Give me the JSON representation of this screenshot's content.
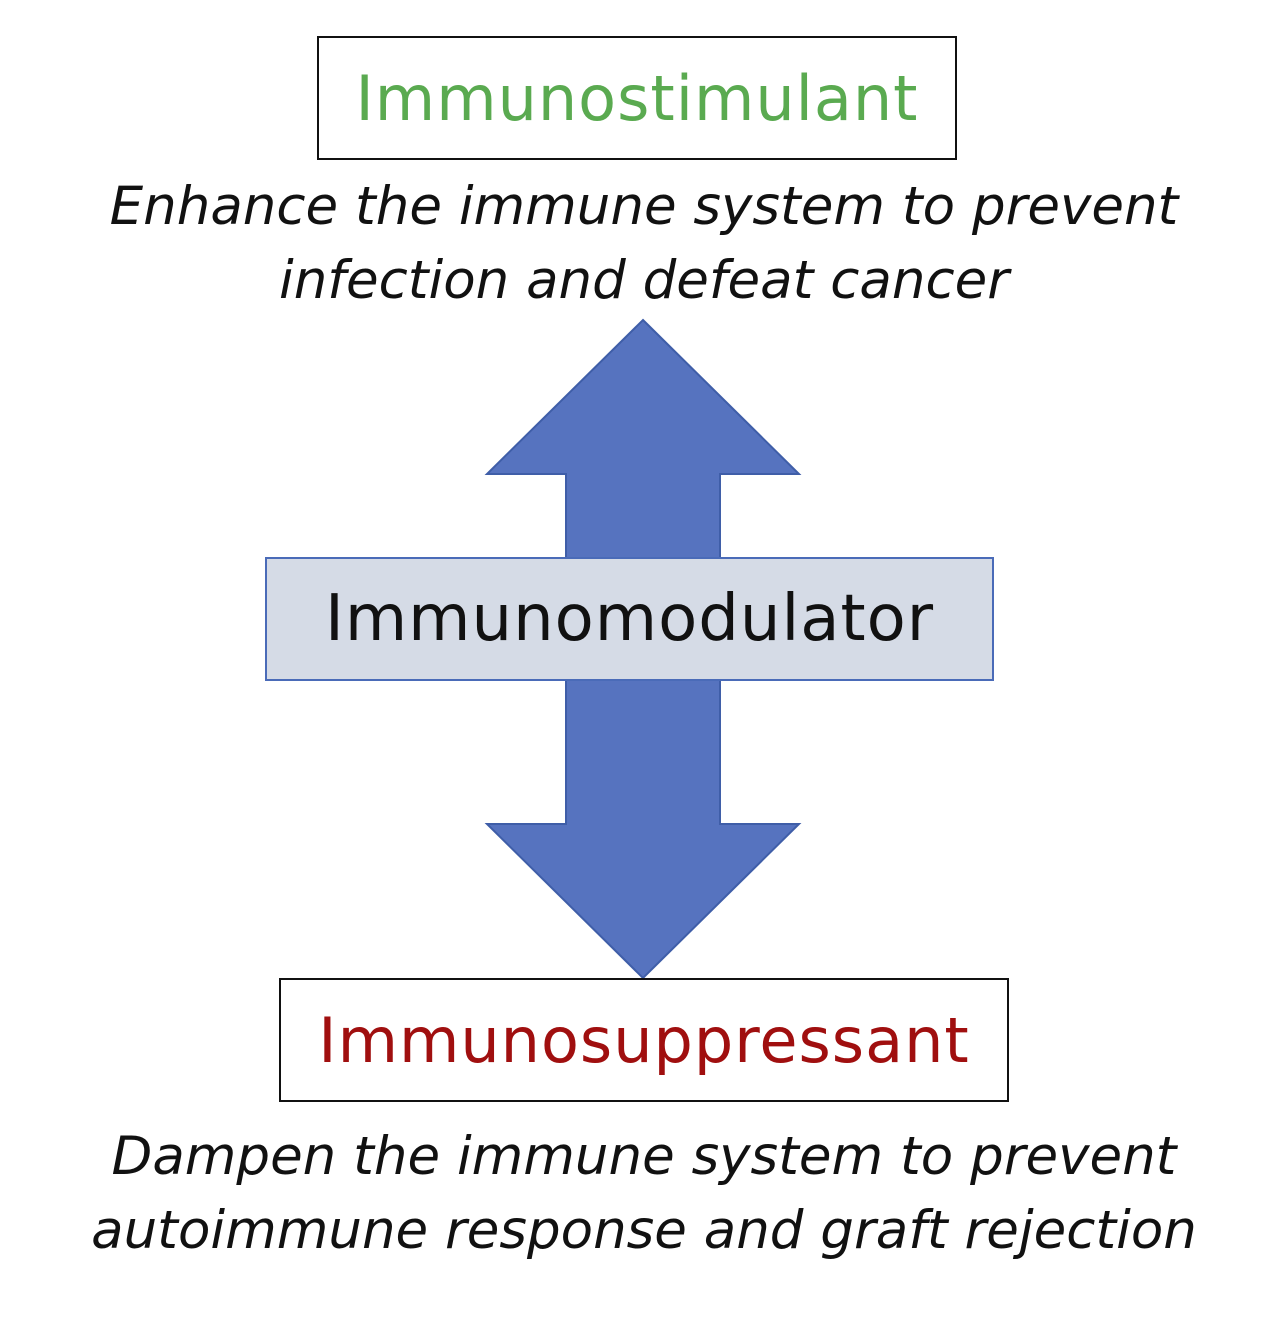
{
  "colors": {
    "stimulant_text": "#5aaa50",
    "suppressant_text": "#a00f0f",
    "arrow_fill": "#5673bf",
    "arrow_stroke": "#3f5ea8",
    "center_fill": "#d5dbe6",
    "center_text": "#111111"
  },
  "top": {
    "label": "Immunostimulant",
    "caption_lines": [
      "Enhance the immune system to prevent",
      "infection and defeat cancer"
    ]
  },
  "center": {
    "label": "Immunomodulator"
  },
  "bottom": {
    "label": "Immunosuppressant",
    "caption_lines": [
      "Dampen the immune system to prevent",
      "autoimmune response and graft rejection"
    ]
  },
  "arrow": {
    "icon": "double-headed-vertical-arrow",
    "direction": "up-down"
  }
}
